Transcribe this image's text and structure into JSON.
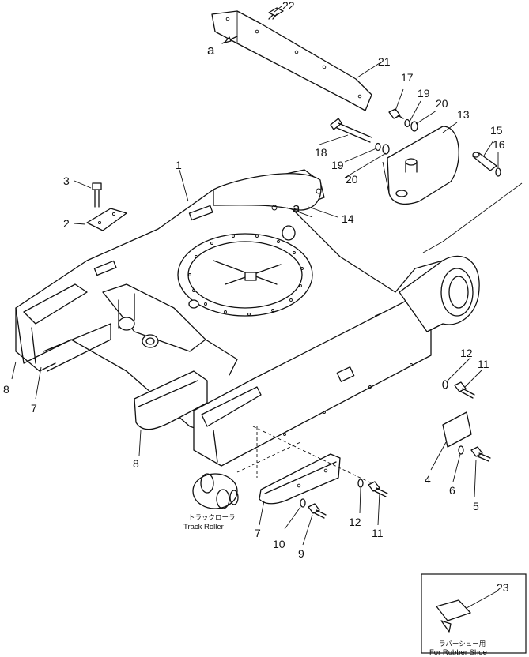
{
  "callouts": [
    {
      "id": "c1",
      "text": "1"
    },
    {
      "id": "c2",
      "text": "2"
    },
    {
      "id": "c3",
      "text": "3"
    },
    {
      "id": "c4",
      "text": "4"
    },
    {
      "id": "c5",
      "text": "5"
    },
    {
      "id": "c6",
      "text": "6"
    },
    {
      "id": "c7a",
      "text": "7"
    },
    {
      "id": "c7b",
      "text": "7"
    },
    {
      "id": "c8a",
      "text": "8"
    },
    {
      "id": "c8b",
      "text": "8"
    },
    {
      "id": "c9",
      "text": "9"
    },
    {
      "id": "c10",
      "text": "10"
    },
    {
      "id": "c11a",
      "text": "11"
    },
    {
      "id": "c11b",
      "text": "11"
    },
    {
      "id": "c12a",
      "text": "12"
    },
    {
      "id": "c12b",
      "text": "12"
    },
    {
      "id": "c13",
      "text": "13"
    },
    {
      "id": "c14",
      "text": "14"
    },
    {
      "id": "c15",
      "text": "15"
    },
    {
      "id": "c16",
      "text": "16"
    },
    {
      "id": "c17",
      "text": "17"
    },
    {
      "id": "c18",
      "text": "18"
    },
    {
      "id": "c19a",
      "text": "19"
    },
    {
      "id": "c19b",
      "text": "19"
    },
    {
      "id": "c20a",
      "text": "20"
    },
    {
      "id": "c20b",
      "text": "20"
    },
    {
      "id": "c21",
      "text": "21"
    },
    {
      "id": "c22",
      "text": "22"
    },
    {
      "id": "c23",
      "text": "23"
    }
  ],
  "refs": {
    "a1": "a",
    "a2": "a"
  },
  "labels": {
    "track_roller_jp": "トラックローラ",
    "track_roller_en": "Track Roller",
    "rubber_shoe_jp": "ラバーシュー用",
    "rubber_shoe_en": "For Rubber Shoe"
  }
}
